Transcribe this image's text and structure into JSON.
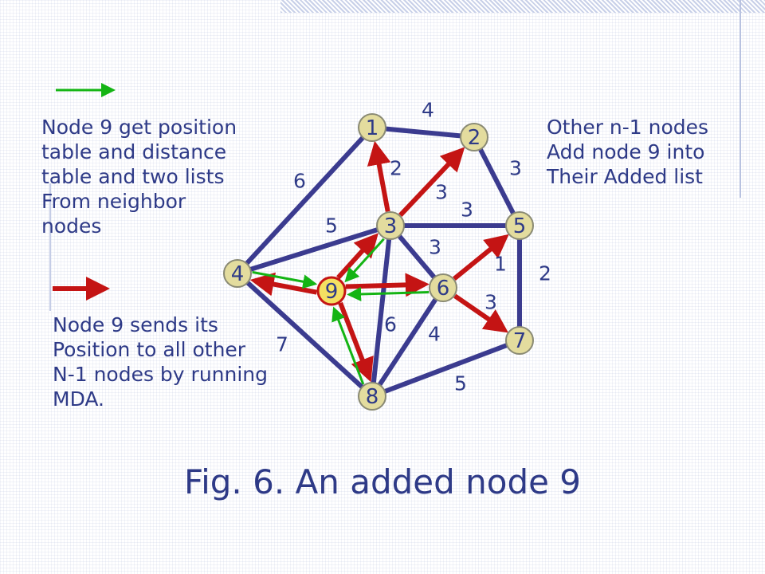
{
  "colors": {
    "edge": "#3b3b8f",
    "red_arrow": "#c41414",
    "green_arrow": "#14b414",
    "node_fill": "#e3dc9e",
    "node_stroke": "#8a8a74",
    "node9_fill": "#f4e062",
    "node9_stroke": "#c41414",
    "text": "#2e3a87"
  },
  "nodes": [
    {
      "id": "1",
      "label": "1"
    },
    {
      "id": "2",
      "label": "2"
    },
    {
      "id": "3",
      "label": "3"
    },
    {
      "id": "4",
      "label": "4"
    },
    {
      "id": "5",
      "label": "5"
    },
    {
      "id": "6",
      "label": "6"
    },
    {
      "id": "7",
      "label": "7"
    },
    {
      "id": "8",
      "label": "8"
    },
    {
      "id": "9",
      "label": "9"
    }
  ],
  "edges": [
    {
      "from": "1",
      "to": "2",
      "weight": "4"
    },
    {
      "from": "1",
      "to": "4",
      "weight": "6"
    },
    {
      "from": "2",
      "to": "5",
      "weight": "3"
    },
    {
      "from": "3",
      "to": "5",
      "weight": "3"
    },
    {
      "from": "3",
      "to": "6",
      "weight": "3"
    },
    {
      "from": "3",
      "to": "4",
      "weight": "5"
    },
    {
      "from": "3",
      "to": "8",
      "weight": "6"
    },
    {
      "from": "4",
      "to": "8",
      "weight": "7"
    },
    {
      "from": "5",
      "to": "7",
      "weight": "2"
    },
    {
      "from": "6",
      "to": "8",
      "weight": "4"
    },
    {
      "from": "8",
      "to": "7",
      "weight": "5"
    }
  ],
  "red_arrows": [
    {
      "from": "3",
      "to": "1",
      "label": "2"
    },
    {
      "from": "3",
      "to": "2",
      "label": "3"
    },
    {
      "from": "9",
      "to": "3"
    },
    {
      "from": "9",
      "to": "4"
    },
    {
      "from": "9",
      "to": "6"
    },
    {
      "from": "9",
      "to": "8"
    },
    {
      "from": "6",
      "to": "5",
      "label": "1"
    },
    {
      "from": "6",
      "to": "7",
      "label": "3"
    }
  ],
  "green_arrows": [
    {
      "from": "3",
      "to": "9"
    },
    {
      "from": "4",
      "to": "9"
    },
    {
      "from": "6",
      "to": "9"
    },
    {
      "from": "8",
      "to": "9"
    }
  ],
  "legend": {
    "green_text": "Node 9 get position\ntable and distance\ntable and two lists\nFrom neighbor\nnodes",
    "red_text": "Node 9 sends its\nPosition to all other\nN-1 nodes by running\nMDA."
  },
  "right_note": "Other n-1 nodes\nAdd node 9 into\nTheir Added list",
  "caption": "Fig. 6.  An added node 9"
}
